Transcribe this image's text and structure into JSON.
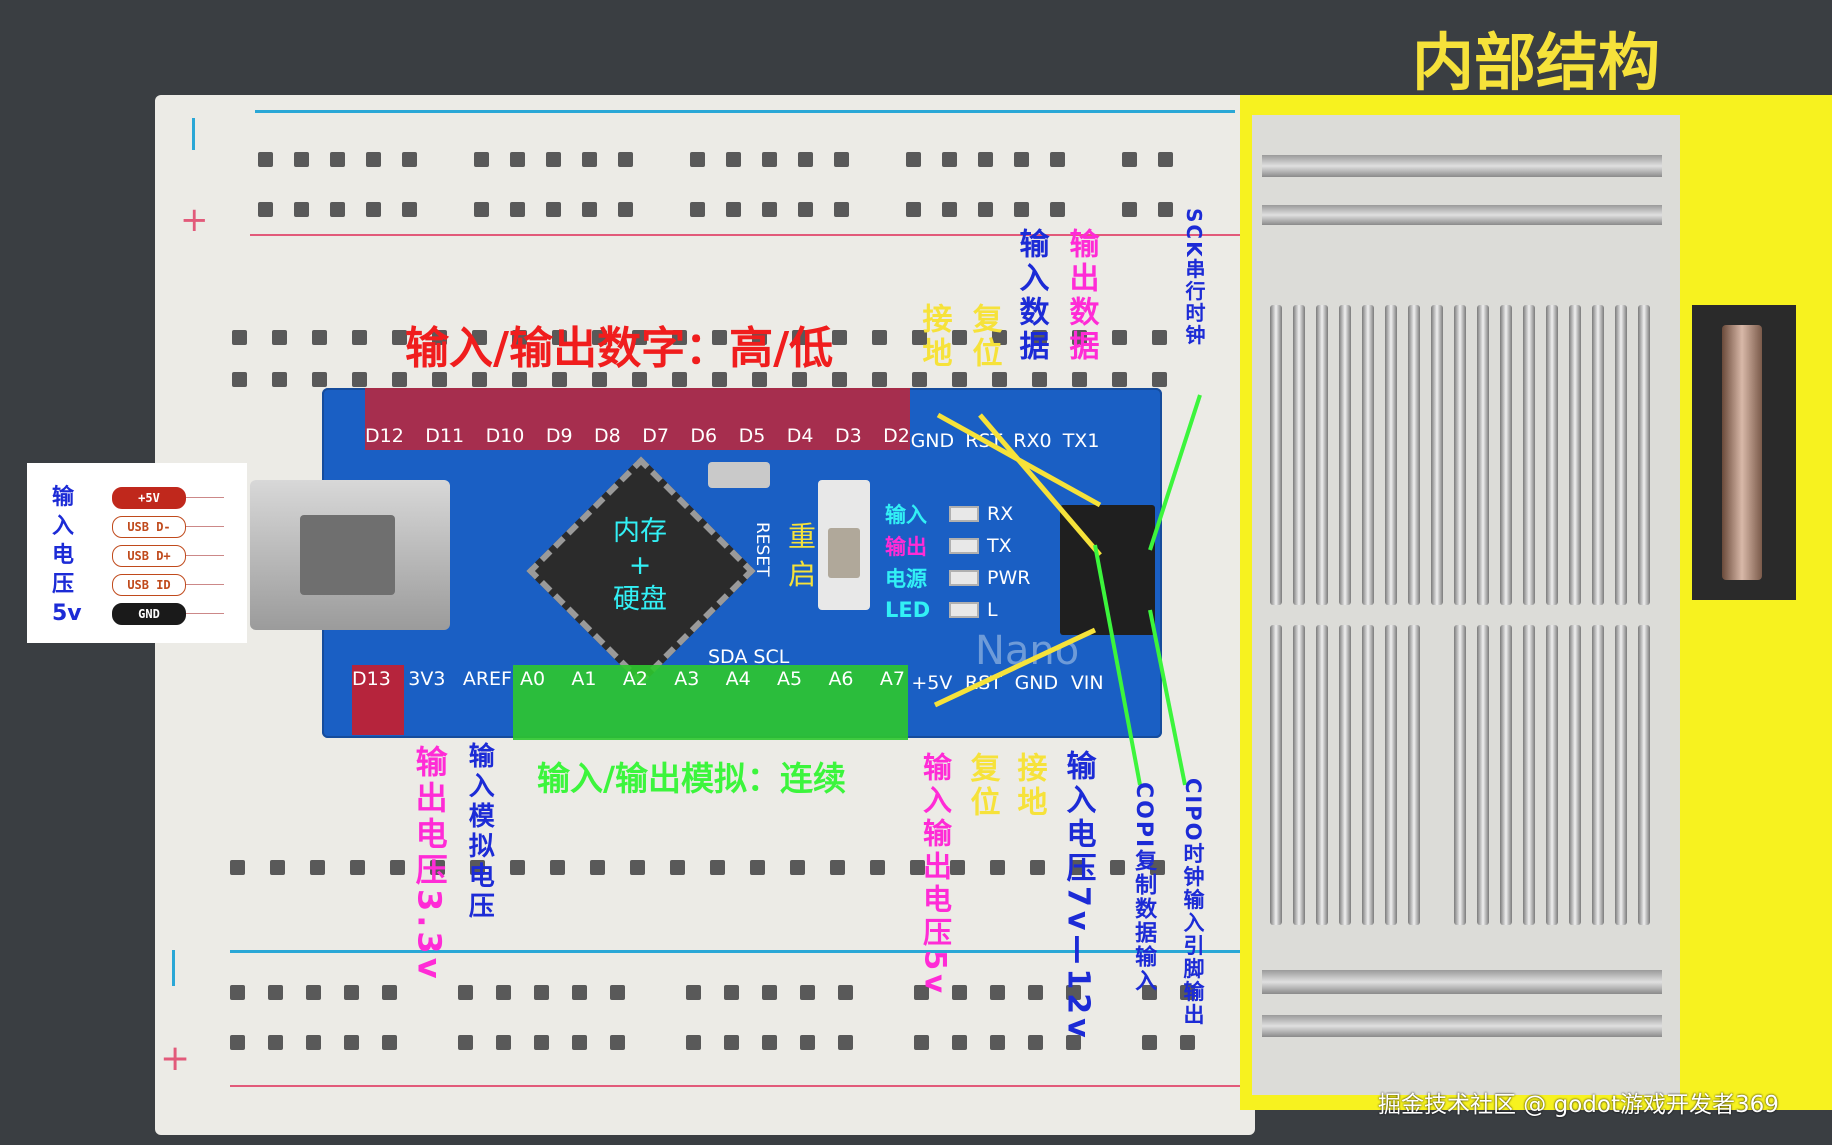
{
  "title": "内部结构",
  "watermark": "掘金技术社区 @ godot游戏开发者369",
  "top_heading": "输入/输出数字：高/低",
  "bottom_heading": "输入/输出模拟：连续",
  "digital_pins": [
    "D12",
    "D11",
    "D10",
    "D9",
    "D8",
    "D7",
    "D6",
    "D5",
    "D4",
    "D3",
    "D2"
  ],
  "top_right_pins": [
    "GND",
    "RST",
    "RX0",
    "TX1"
  ],
  "analog_pins": [
    "A0",
    "A1",
    "A2",
    "A3",
    "A4",
    "A5",
    "A6",
    "A7"
  ],
  "bottom_left_pins": [
    "D13",
    "3V3",
    "AREF"
  ],
  "bottom_right_pins": [
    "+5V",
    "RST",
    "GND",
    "VIN"
  ],
  "sda_scl": "SDA SCL",
  "reset_label": "RESET",
  "nano_label": "Nano",
  "chip_label": "内存\n+\n硬盘",
  "reset_button_label": "重启",
  "leds": [
    {
      "cn": "输入",
      "en": "RX",
      "color": "#32f0f5"
    },
    {
      "cn": "输出",
      "en": "TX",
      "color": "#ff2bd6"
    },
    {
      "cn": "电源",
      "en": "PWR",
      "color": "#32f0f5"
    },
    {
      "cn": "LED",
      "en": "L",
      "color": "#32f0f5"
    }
  ],
  "usb_panel": {
    "label": "输入电压5v",
    "pins": [
      {
        "text": "+5V",
        "bg": "#c0281c",
        "fg": "#ffffff"
      },
      {
        "text": "USB D-",
        "bg": "#ffffff",
        "fg": "#c04a1c"
      },
      {
        "text": "USB D+",
        "bg": "#ffffff",
        "fg": "#c04a1c"
      },
      {
        "text": "USB ID",
        "bg": "#ffffff",
        "fg": "#c04a1c"
      },
      {
        "text": "GND",
        "bg": "#1a1a1a",
        "fg": "#ffffff"
      }
    ]
  },
  "top_labels": {
    "gnd": "接地",
    "rst": "复位",
    "rx": "输入数据",
    "tx": "输出数据",
    "sck": "SCK串行时钟"
  },
  "bottom_labels": {
    "out33": "输出电压3.3v",
    "analog_in": "输入模拟电压",
    "io5v": "输入输出电压5v",
    "rst": "复位",
    "gnd": "接地",
    "vin": "输入电压7v—12v",
    "copi": "COPI复制数据输入",
    "cipo": "CIPO时钟输入引脚输出"
  },
  "colors": {
    "title": "#f6e23a",
    "yellow_panel": "#f7f21f",
    "pcb": "#1a5fc4",
    "digital_band": "#c0263a",
    "analog_band": "#2ec82e"
  }
}
